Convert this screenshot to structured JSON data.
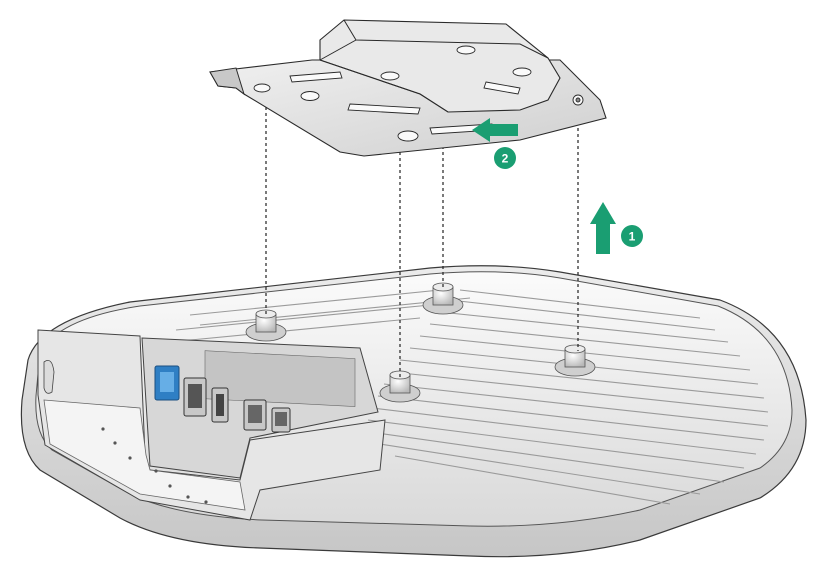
{
  "steps": [
    {
      "number": "1",
      "arrow": "lift-up-arrow"
    },
    {
      "number": "2",
      "arrow": "slide-left-arrow"
    }
  ],
  "colors": {
    "accent_green": "#1a9e72",
    "line_dark": "#222222",
    "device_white": "#f2f2f2",
    "bracket_grey": "#dcdcdc"
  },
  "icons": {
    "step_badge": "numbered-circle-icon",
    "direction": "arrow-icon"
  }
}
